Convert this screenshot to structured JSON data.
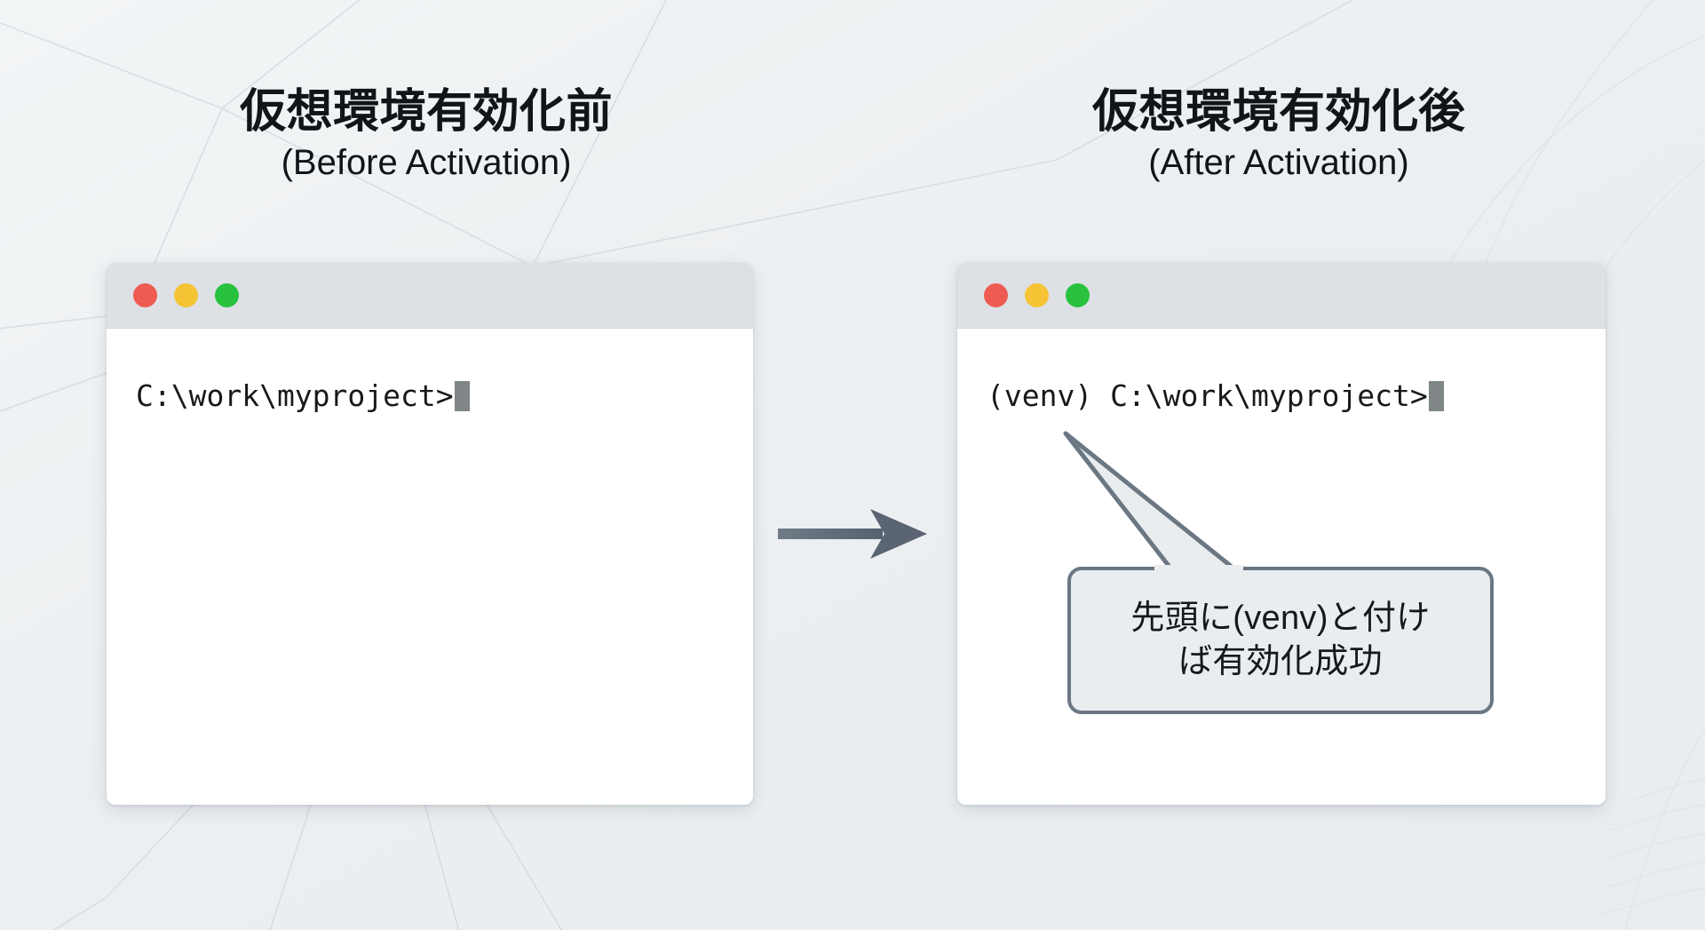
{
  "background": {
    "color": "#eef1f3",
    "texture": "faint-polygonal-line-network"
  },
  "panels": [
    {
      "id": "before",
      "heading_jp": "仮想環境有効化前",
      "heading_en": "(Before Activation)",
      "window": {
        "title_bar_color": "#dde0e4",
        "body_color": "#ffffff",
        "dots": [
          {
            "name": "close",
            "color": "#ee5b52"
          },
          {
            "name": "minimize",
            "color": "#f5c333"
          },
          {
            "name": "zoom",
            "color": "#28c23e"
          }
        ],
        "prompt": "C:\\work\\myproject>",
        "cursor": "block",
        "cursor_color": "#808588"
      }
    },
    {
      "id": "after",
      "heading_jp": "仮想環境有効化後",
      "heading_en": "(After Activation)",
      "window": {
        "title_bar_color": "#dde0e4",
        "body_color": "#ffffff",
        "dots": [
          {
            "name": "close",
            "color": "#ee5b52"
          },
          {
            "name": "minimize",
            "color": "#f5c333"
          },
          {
            "name": "zoom",
            "color": "#28c23e"
          }
        ],
        "prompt": "(venv) C:\\work\\myproject>",
        "cursor": "block",
        "cursor_color": "#808588"
      }
    }
  ],
  "arrow": {
    "direction": "right",
    "color": "#5a6472"
  },
  "callout": {
    "text": "先頭に(venv)と付け\nば有効化成功",
    "fill": "#e9edef",
    "border_color": "#6b7782",
    "points_at": "(venv)"
  }
}
